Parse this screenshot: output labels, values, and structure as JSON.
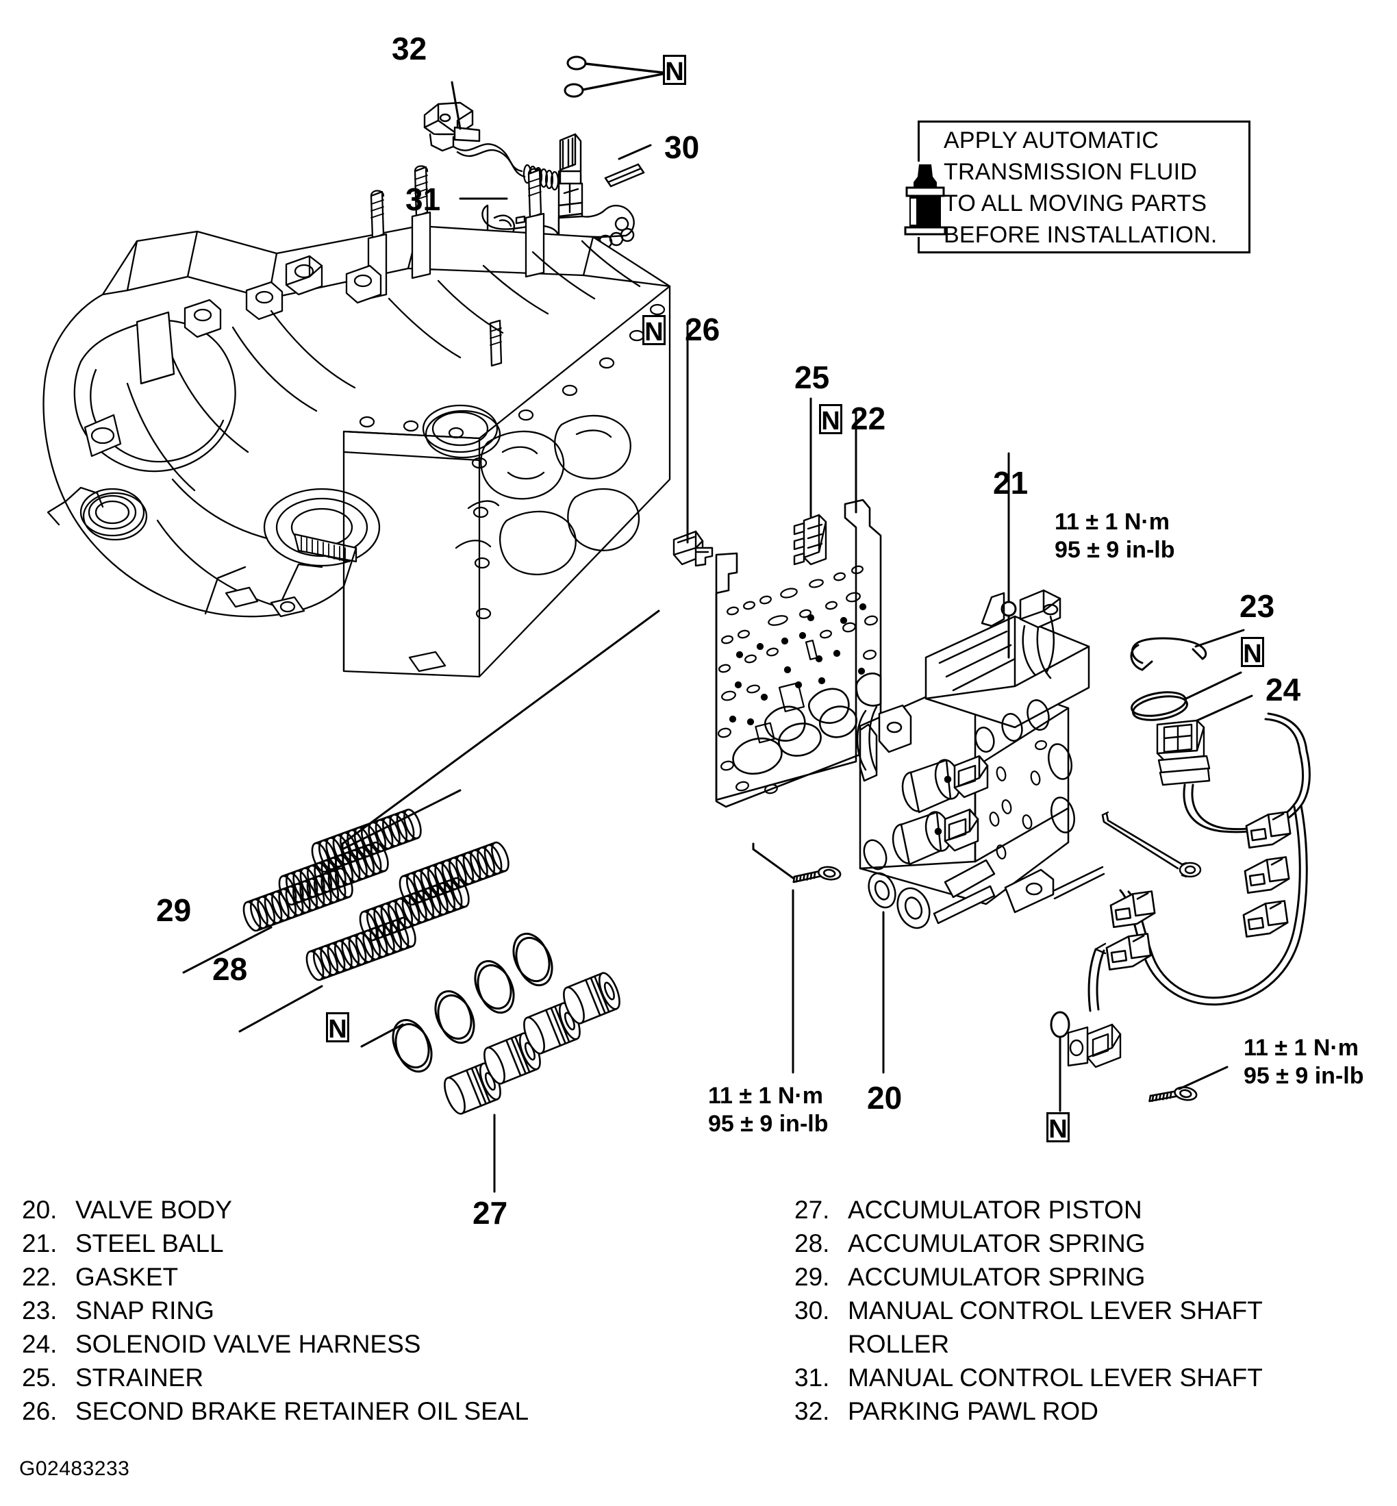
{
  "diagram": {
    "figure_code": "G02483233",
    "note": {
      "icon": "oil-bottle-icon",
      "lines": [
        "APPLY AUTOMATIC",
        "TRANSMISSION FLUID",
        "TO ALL MOVING PARTS",
        "BEFORE INSTALLATION."
      ]
    },
    "marker_symbol": "N",
    "torque_specs": [
      {
        "id": "torque-valve-body",
        "metric": "11 ± 1 N·m",
        "imperial": "95 ± 9 in-lb"
      },
      {
        "id": "torque-harness-upper",
        "metric": "11 ± 1 N·m",
        "imperial": "95 ± 9 in-lb"
      },
      {
        "id": "torque-harness-lower",
        "metric": "11 ± 1 N·m",
        "imperial": "95 ± 9 in-lb"
      }
    ],
    "callouts": [
      {
        "id": "callout-20",
        "number": "20"
      },
      {
        "id": "callout-21",
        "number": "21"
      },
      {
        "id": "callout-22",
        "number": "22"
      },
      {
        "id": "callout-23",
        "number": "23"
      },
      {
        "id": "callout-24",
        "number": "24"
      },
      {
        "id": "callout-25",
        "number": "25"
      },
      {
        "id": "callout-26",
        "number": "26"
      },
      {
        "id": "callout-27",
        "number": "27"
      },
      {
        "id": "callout-28",
        "number": "28"
      },
      {
        "id": "callout-29",
        "number": "29"
      },
      {
        "id": "callout-30",
        "number": "30"
      },
      {
        "id": "callout-31",
        "number": "31"
      },
      {
        "id": "callout-32",
        "number": "32"
      }
    ],
    "legend": {
      "left_column": [
        {
          "num": "20.",
          "label": "VALVE BODY"
        },
        {
          "num": "21.",
          "label": "STEEL BALL"
        },
        {
          "num": "22.",
          "label": "GASKET"
        },
        {
          "num": "23.",
          "label": "SNAP RING"
        },
        {
          "num": "24.",
          "label": "SOLENOID VALVE HARNESS"
        },
        {
          "num": "25.",
          "label": "STRAINER"
        },
        {
          "num": "26.",
          "label": "SECOND BRAKE RETAINER OIL SEAL"
        }
      ],
      "right_column": [
        {
          "num": "27.",
          "label": "ACCUMULATOR PISTON"
        },
        {
          "num": "28.",
          "label": "ACCUMULATOR SPRING"
        },
        {
          "num": "29.",
          "label": "ACCUMULATOR SPRING"
        },
        {
          "num": "30.",
          "label": "MANUAL CONTROL LEVER SHAFT",
          "label2": "ROLLER"
        },
        {
          "num": "31.",
          "label": "MANUAL CONTROL LEVER SHAFT"
        },
        {
          "num": "32.",
          "label": "PARKING PAWL ROD"
        }
      ]
    },
    "colors": {
      "ink": "#000000",
      "paper": "#ffffff"
    }
  }
}
